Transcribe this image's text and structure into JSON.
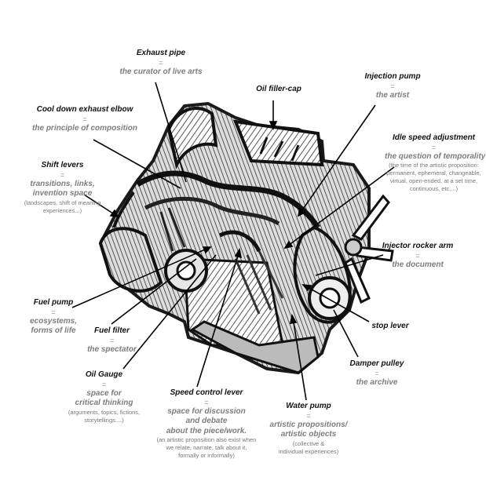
{
  "labels": {
    "exhaust_pipe": {
      "name": "Exhaust pipe",
      "eq": "=",
      "meaning": "the curator of live arts"
    },
    "oil_filler_cap": {
      "name": "Oil filler-cap"
    },
    "injection_pump": {
      "name": "Injection pump",
      "eq": "=",
      "meaning": "the artist"
    },
    "cool_down": {
      "name": "Cool down exhaust elbow",
      "eq": "=",
      "meaning": "the principle of composition"
    },
    "idle_speed": {
      "name": "Idle speed adjustment",
      "eq": "=",
      "meaning": "the question of temporality",
      "note": [
        "(the time of the artistic proposition:",
        "permanent, ephemeral, changeable,",
        "virtual,  open-ended, at a set time,",
        "continuous, etc....)"
      ]
    },
    "shift_levers": {
      "name": "Shift levers",
      "eq": "=",
      "meaning": [
        "transitions, links,",
        "invention space"
      ],
      "note": [
        "(landscapes, shift of meaning",
        "experiences...)"
      ]
    },
    "injector_rocker": {
      "name": "Injector rocker arm",
      "eq": "=",
      "meaning": "the document"
    },
    "fuel_pump": {
      "name": "Fuel pump",
      "eq": "=",
      "meaning": [
        "ecosystems,",
        "forms of life"
      ]
    },
    "stop_lever": {
      "name": "stop lever"
    },
    "fuel_filter": {
      "name": "Fuel filter",
      "eq": "=",
      "meaning": "the spectator"
    },
    "damper_pulley": {
      "name": "Damper pulley",
      "eq": "=",
      "meaning": "the archive"
    },
    "oil_gauge": {
      "name": "Oil Gauge",
      "eq": "=",
      "meaning": [
        "space for",
        "critical thinking"
      ],
      "note": [
        "(arguments, topics, fictions,",
        "storytellings....)"
      ]
    },
    "speed_control": {
      "name": "Speed control lever",
      "eq": "=",
      "meaning": [
        "space for discussion",
        "and debate",
        "about the piece/work."
      ],
      "note": [
        "(an artistic proposition also exist   when",
        "we relate, narrate, talk about it,",
        "formally or informally)"
      ]
    },
    "water_pump": {
      "name": "Water pump",
      "eq": "=",
      "meaning": [
        "artistic propositions/",
        "artistic objects"
      ],
      "note": [
        "(collective &",
        "individual experiences)"
      ]
    }
  },
  "colors": {
    "label_name": "#111111",
    "label_meaning": "#7d7d7d",
    "engine_ink": "#222222"
  }
}
